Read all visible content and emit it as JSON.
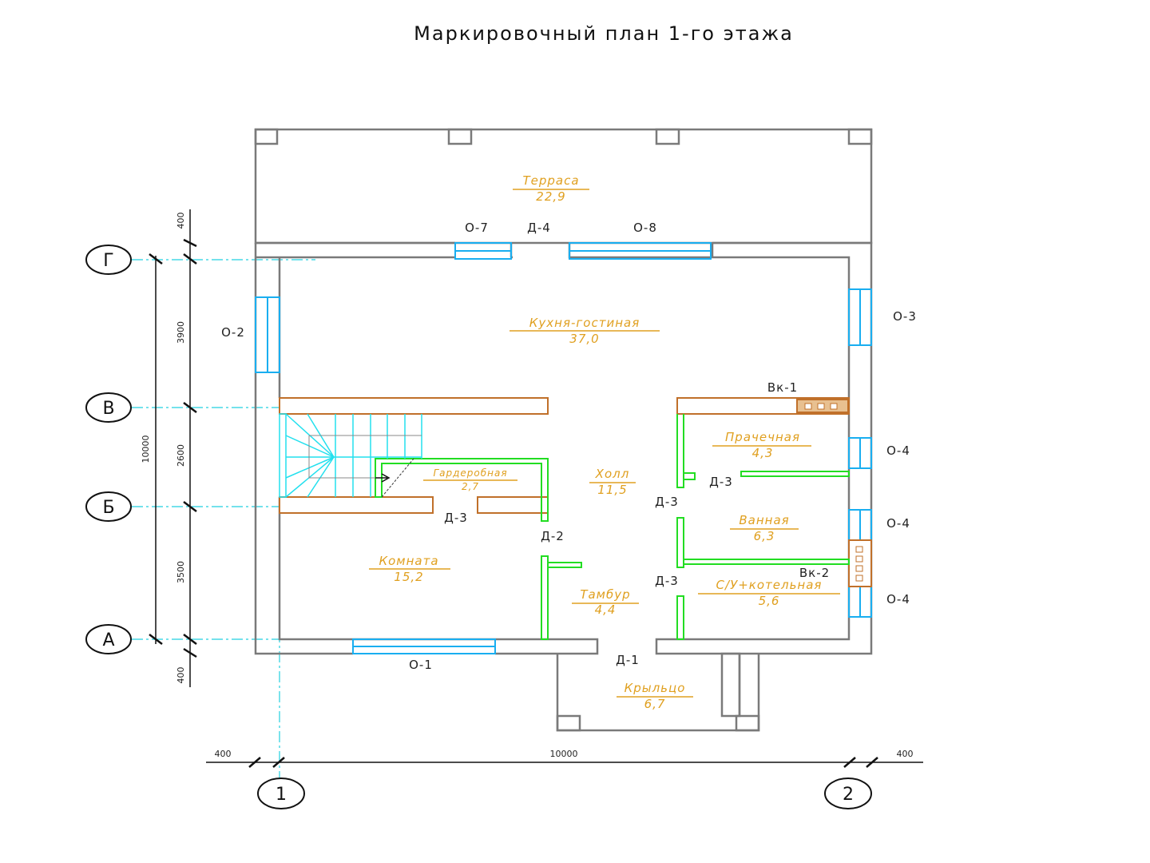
{
  "title": "Маркировочный план 1-го этажа",
  "rooms": {
    "terrace": {
      "name": "Терраса",
      "area": "22,9"
    },
    "kitchen": {
      "name": "Кухня-гостиная",
      "area": "37,0"
    },
    "wardrobe": {
      "name": "Гардеробная",
      "area": "2,7"
    },
    "hall": {
      "name": "Холл",
      "area": "11,5"
    },
    "laundry": {
      "name": "Прачечная",
      "area": "4,3"
    },
    "bath": {
      "name": "Ванная",
      "area": "6,3"
    },
    "room": {
      "name": "Комната",
      "area": "15,2"
    },
    "vestibule": {
      "name": "Тамбур",
      "area": "4,4"
    },
    "wc": {
      "name": "С/У+котельная",
      "area": "5,6"
    },
    "porch": {
      "name": "Крыльцо",
      "area": "6,7"
    }
  },
  "marks": {
    "o1": "О-1",
    "o2": "О-2",
    "o3": "О-3",
    "o4a": "О-4",
    "o4b": "О-4",
    "o4c": "О-4",
    "o7": "О-7",
    "o8": "О-8",
    "d1": "Д-1",
    "d2": "Д-2",
    "d3a": "Д-3",
    "d3b": "Д-3",
    "d3c": "Д-3",
    "d3d": "Д-3",
    "d4": "Д-4",
    "vk1": "Вк-1",
    "vk2": "Вк-2"
  },
  "axes": {
    "g": "Г",
    "v": "В",
    "b": "Б",
    "a": "А",
    "n1": "1",
    "n2": "2"
  },
  "dimensions": {
    "left": {
      "top": "400",
      "d1": "3900",
      "d2": "2600",
      "d3": "3500",
      "bottom": "400",
      "total": "10000"
    },
    "bottom": {
      "left": "400",
      "total": "10000",
      "right": "400"
    }
  }
}
